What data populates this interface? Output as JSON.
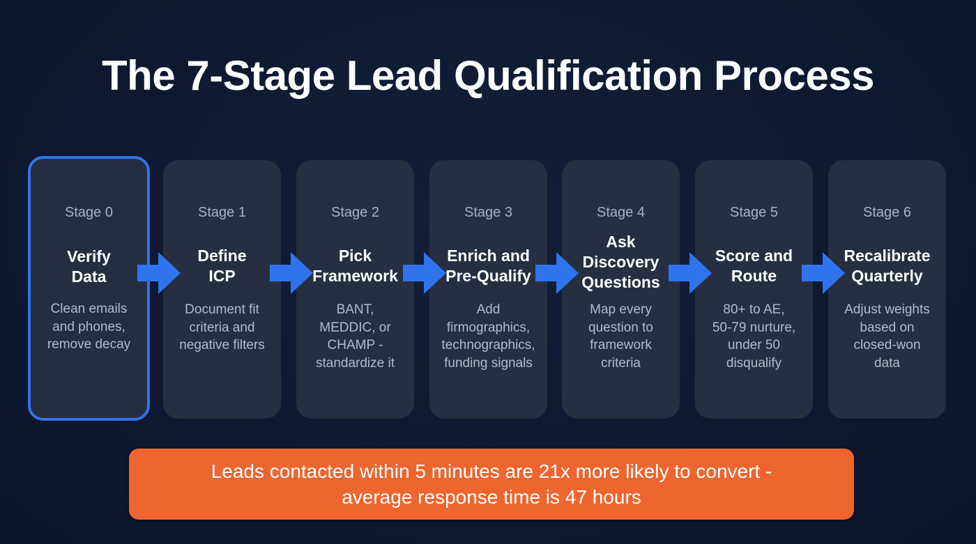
{
  "title": "The 7-Stage Lead Qualification Process",
  "colors": {
    "background": "#0e1830",
    "card": "#262f42",
    "active_border": "#2f74ec",
    "arrow": "#2f74ec",
    "banner": "#ee6530"
  },
  "stages": [
    {
      "label": "Stage 0",
      "title_line1": "Verify",
      "title_line2": "Data",
      "title_line3": "",
      "desc": [
        "Clean emails",
        "and phones,",
        "remove decay"
      ],
      "active": true
    },
    {
      "label": "Stage 1",
      "title_line1": "Define",
      "title_line2": "ICP",
      "title_line3": "",
      "desc": [
        "Document fit",
        "criteria and",
        "negative filters"
      ],
      "active": false
    },
    {
      "label": "Stage 2",
      "title_line1": "Pick",
      "title_line2": "Framework",
      "title_line3": "",
      "desc": [
        "BANT,",
        "MEDDIC, or",
        "CHAMP -",
        "standardize it"
      ],
      "active": false
    },
    {
      "label": "Stage 3",
      "title_line1": "Enrich and",
      "title_line2": "Pre-Qualify",
      "title_line3": "",
      "desc": [
        "Add",
        "firmographics,",
        "technographics,",
        "funding signals"
      ],
      "active": false
    },
    {
      "label": "Stage 4",
      "title_line1": "Ask",
      "title_line2": "Discovery",
      "title_line3": "Questions",
      "desc": [
        "Map every",
        "question to",
        "framework",
        "criteria"
      ],
      "active": false
    },
    {
      "label": "Stage 5",
      "title_line1": "Score and",
      "title_line2": "Route",
      "title_line3": "",
      "desc": [
        "80+ to AE,",
        "50-79 nurture,",
        "under 50",
        "disqualify"
      ],
      "active": false
    },
    {
      "label": "Stage 6",
      "title_line1": "Recalibrate",
      "title_line2": "Quarterly",
      "title_line3": "",
      "desc": [
        "Adjust weights",
        "based on",
        "closed-won",
        "data"
      ],
      "active": false
    }
  ],
  "arrows": [
    "arrow-right-icon",
    "arrow-right-icon",
    "arrow-right-icon",
    "arrow-right-icon",
    "arrow-right-icon",
    "arrow-right-icon"
  ],
  "banner": {
    "line1": "Leads contacted within 5 minutes are 21x more likely to convert -",
    "line2": "average response time is 47 hours"
  }
}
